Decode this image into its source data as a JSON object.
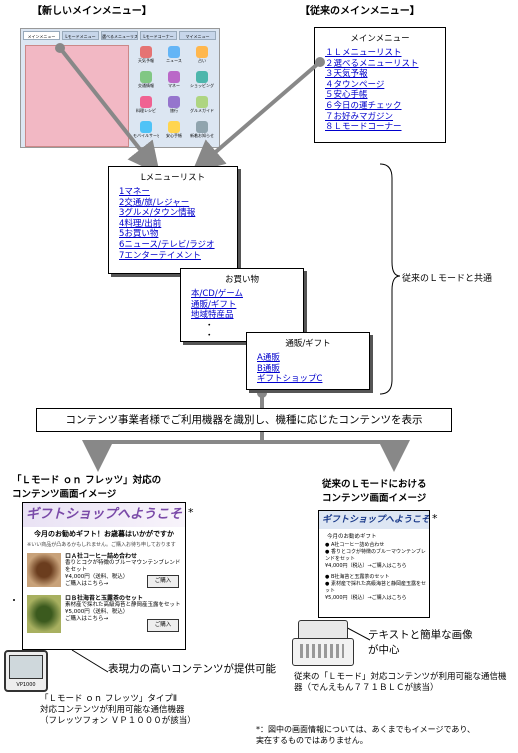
{
  "headers": {
    "new_menu": "【新しいメインメニュー】",
    "old_menu": "【従来のメインメニュー】"
  },
  "new_menu_ui": {
    "tabs": [
      "メインメニュー",
      "Lモードメニュー",
      "選べるメニューリスト",
      "Lモードコーナー",
      "マイメニュー"
    ],
    "icons": [
      "天気予報",
      "ニュース",
      "占い",
      "交通情報",
      "マネー",
      "ショッピング",
      "料理レシピ",
      "旅行",
      "グルメガイド",
      "モバイルサービス",
      "安心手帳",
      "新着お知らせ"
    ]
  },
  "old_menu_box": {
    "title": "メインメニュー",
    "items": [
      "１Ｌメニューリスト",
      "２選べるメニューリスト",
      "３天気予報",
      "４タウンページ",
      "５安心手帳",
      "６今日の運チェック",
      "７お好みマガジン",
      "８Ｌモードコーナー"
    ]
  },
  "lmenu_box": {
    "title": "Lメニューリスト",
    "items": [
      "1マネー",
      "2交通/旅/レジャー",
      "3グルメ/タウン情報",
      "4料理/出前",
      "5お買い物",
      "6ニュース/テレビ/ラジオ",
      "7エンターテイメント"
    ]
  },
  "shopping_box": {
    "title": "お買い物",
    "items": [
      "本/CD/ゲーム",
      "通販/ギフト",
      "地域特産品"
    ],
    "dots": [
      "・",
      "・"
    ]
  },
  "gift_box": {
    "title": "通販/ギフト",
    "items": [
      "A通販",
      "B通販",
      "ギフトショップC"
    ]
  },
  "brace_label": "従来のＬモードと共通",
  "identify_box": "コンテンツ事業者様でご利用機器を識別し、機種に応じたコンテンツを表示",
  "left_panel": {
    "title_line1": "「Ｌモード ｏｎ フレッツ」対応の",
    "title_line2": "コンテンツ画面イメージ",
    "screen_banner": "ギフトショップへようこそ",
    "screen_heading": "今月のお勧めギフト！お歳暮はいかがですか",
    "screen_sub": "※いい商品が凸あるかもしれません。ご購入お待ち申しております",
    "product1_title": "ロＡ社コーヒー詰め合わせ",
    "product1_desc": "香りとコクが特徴のブルーマウンテンブレンドをセット",
    "product1_price": "¥4,000円（送料、税込）",
    "product1_more": "ご購入はこちら→",
    "product2_title": "ロＢ社海苔と玉露茶のセット",
    "product2_desc": "素材産で採れた高級海苔と静岡産玉露をセット",
    "product2_price": "¥5,000円（送料、税込）",
    "product2_more": "ご購入はこちら→",
    "buy": "ご購入",
    "caption": "表現力の高いコンテンツが提供可能",
    "phone_label": "VP1000"
  },
  "right_panel": {
    "title_line1": "従来のＬモードにおける",
    "title_line2": "コンテンツ画面イメージ",
    "screen_banner": "ギフトショップへようこそ",
    "screen_heading": "今月のお勧めギフト",
    "line1": "● A社コーヒー詰め合わせ",
    "line2": "● 香りとコクが特徴のブルーマウンテンブレンドをセット",
    "line3": "¥4,000円（税込）→ご購入はこちら",
    "line4": "● B社海苔と玉露茶のセット",
    "line5": "● 素材産で採れた高級海苔と静岡産玉露をセット",
    "line6": "¥5,000円（税込）→ご購入はこちら",
    "caption": "テキストと簡単な画像が中心"
  },
  "star": "*",
  "left_device": "「Ｌモード ｏｎ フレッツ」タイプⅡ\n対応コンテンツが利用可能な通信機器\n（フレッツフォン ＶＰ１０００が該当）",
  "right_device": "従来の「Ｌモード」対応コンテンツが利用可能な通信機器（でんえもん７７１ＢＬＣが該当）",
  "footnote": "*：図中の画面情報については、あくまでもイメージであり、\n実在するものではありません。",
  "colors": {
    "arrow": "#888888",
    "link": "#0000cc",
    "pink": "#f2b8c4",
    "panel_bg": "#dce6f2"
  }
}
